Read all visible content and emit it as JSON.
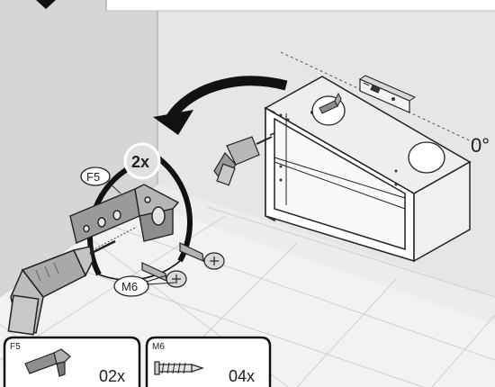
{
  "callout": {
    "part_label": "F5",
    "quantity_badge": "2x",
    "screw_label": "M6"
  },
  "level_angle": "0°",
  "parts_list": [
    {
      "code": "F5",
      "quantity": "02x",
      "icon": "angle-bracket-icon"
    },
    {
      "code": "M6",
      "quantity": "04x",
      "icon": "screw-icon"
    }
  ],
  "colors": {
    "wall": "#d9d9d9",
    "floor": "#eeeeee",
    "line": "#222222",
    "part_fill": "#9a9a9a"
  }
}
